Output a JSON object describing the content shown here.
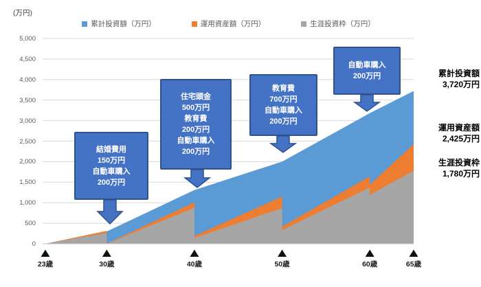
{
  "chart_data": {
    "type": "area",
    "y_axis": {
      "unit": "(万円)",
      "min": 0,
      "max": 5000,
      "step": 500,
      "tick_labels": [
        "0",
        "500",
        "1,000",
        "1,500",
        "2,000",
        "2,500",
        "3,000",
        "3,500",
        "4,000",
        "4,500",
        "5,000"
      ]
    },
    "x_axis": {
      "points": [
        {
          "age": 23,
          "label": "23歳"
        },
        {
          "age": 30,
          "label": "30歳"
        },
        {
          "age": 40,
          "label": "40歳"
        },
        {
          "age": 50,
          "label": "50歳"
        },
        {
          "age": 60,
          "label": "60歳"
        },
        {
          "age": 65,
          "label": "65歳"
        }
      ]
    },
    "grid": true,
    "legend_position": "top",
    "series": [
      {
        "name": "累計投資額（万円）",
        "color": "#5B9BD5",
        "final_value": 3720,
        "points": [
          [
            23,
            0
          ],
          [
            30,
            300
          ],
          [
            40,
            1310
          ],
          [
            50,
            2000
          ],
          [
            60,
            3180
          ],
          [
            65,
            3720
          ]
        ]
      },
      {
        "name": "運用資産額（万円）",
        "color": "#ED7D31",
        "final_value": 2425,
        "points": [
          [
            23,
            0
          ],
          [
            30,
            315
          ],
          [
            30,
            5
          ],
          [
            40,
            1010
          ],
          [
            40,
            190
          ],
          [
            50,
            1150
          ],
          [
            50,
            420
          ],
          [
            60,
            1640
          ],
          [
            60,
            1440
          ],
          [
            65,
            2425
          ]
        ]
      },
      {
        "name": "生涯投資枠（万円）",
        "color": "#A6A6A6",
        "final_value": 1780,
        "points": [
          [
            23,
            0
          ],
          [
            30,
            265
          ],
          [
            30,
            0
          ],
          [
            40,
            880
          ],
          [
            40,
            140
          ],
          [
            50,
            870
          ],
          [
            50,
            335
          ],
          [
            60,
            1370
          ],
          [
            60,
            1190
          ],
          [
            65,
            1780
          ]
        ]
      }
    ]
  },
  "legend": {
    "items": [
      {
        "label": "累計投資額（万円）",
        "color": "#5B9BD5"
      },
      {
        "label": "運用資産額（万円）",
        "color": "#ED7D31"
      },
      {
        "label": "生涯投資枠（万円）",
        "color": "#A6A6A6"
      }
    ]
  },
  "annotations": {
    "callouts": [
      {
        "target_age": 30,
        "lines": [
          "結婚費用",
          "150万円",
          "自動車購入",
          "200万円"
        ]
      },
      {
        "target_age": 40,
        "lines": [
          "住宅頭金",
          "500万円",
          "教育費",
          "200万円",
          "自動車購入",
          "200万円"
        ]
      },
      {
        "target_age": 50,
        "lines": [
          "教育費",
          "700万円",
          "自動車購入",
          "200万円"
        ]
      },
      {
        "target_age": 60,
        "lines": [
          "自動車購入",
          "200万円"
        ]
      }
    ],
    "colors": {
      "callout_fill": "#4472C4",
      "callout_border": "#2F528F",
      "axis_marker": "#111111"
    }
  },
  "summary_labels": [
    {
      "title": "累計投資額",
      "value": "3,720万円"
    },
    {
      "title": "運用資産額",
      "value": "2,425万円"
    },
    {
      "title": "生涯投資枠",
      "value": "1,780万円"
    }
  ]
}
